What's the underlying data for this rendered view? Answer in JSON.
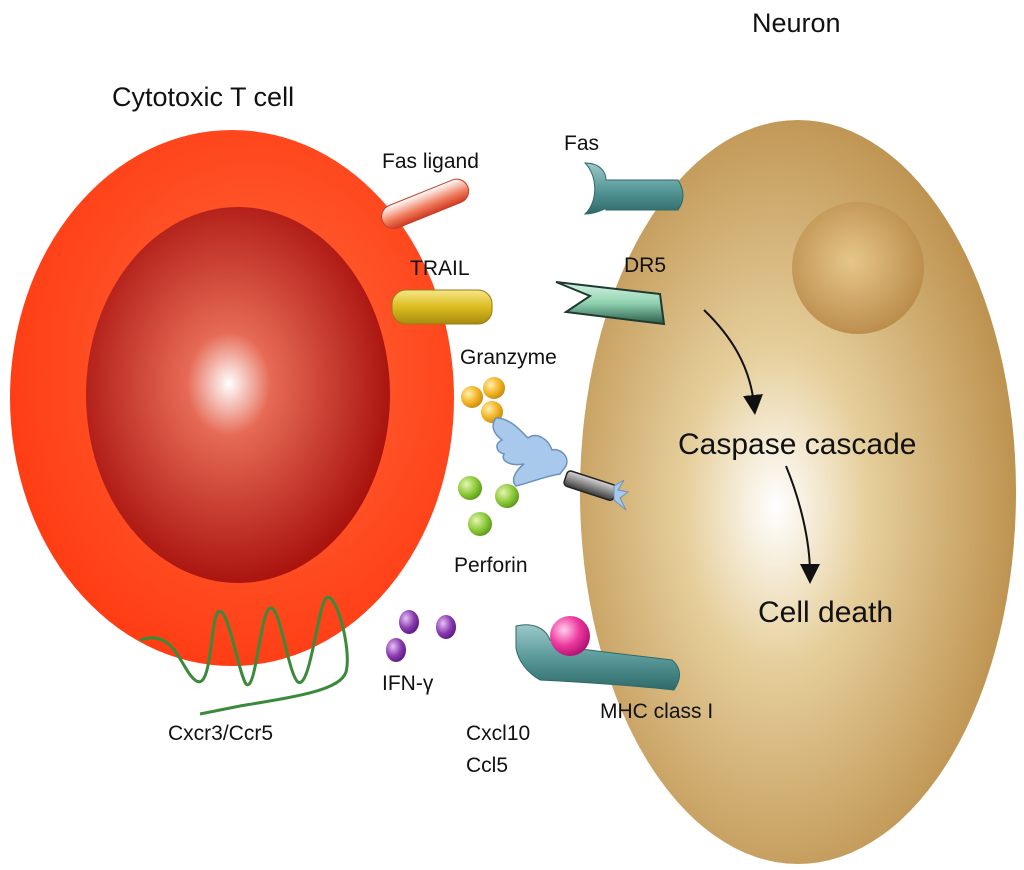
{
  "labels": {
    "t_cell": "Cytotoxic T cell",
    "neuron": "Neuron",
    "fas_ligand": "Fas ligand",
    "fas": "Fas",
    "trail": "TRAIL",
    "dr5": "DR5",
    "granzyme": "Granzyme",
    "perforin": "Perforin",
    "ifn": "IFN-γ",
    "cxcr3": "Cxcr3/Ccr5",
    "cxcl10": "Cxcl10",
    "ccl5": "Ccl5",
    "mhc": "MHC class I",
    "caspase": "Caspase cascade",
    "death": "Cell death"
  },
  "colors": {
    "t_cell": "#ff3a14",
    "t_cell_nucleus": "#c41a10",
    "neuron": "#c49a55",
    "neuron_nucleus": "#b98a45",
    "receptor_teal": "#4e8f8f",
    "trail_yellow": "#e2c22a",
    "fas_ligand_red": "#f06a50",
    "granzyme": "#f0b022",
    "perforin": "#8cc83a",
    "ifn": "#8a3ab0",
    "mhc_peptide": "#e0208a",
    "chemokine_receptor": "#3a8a3a"
  }
}
